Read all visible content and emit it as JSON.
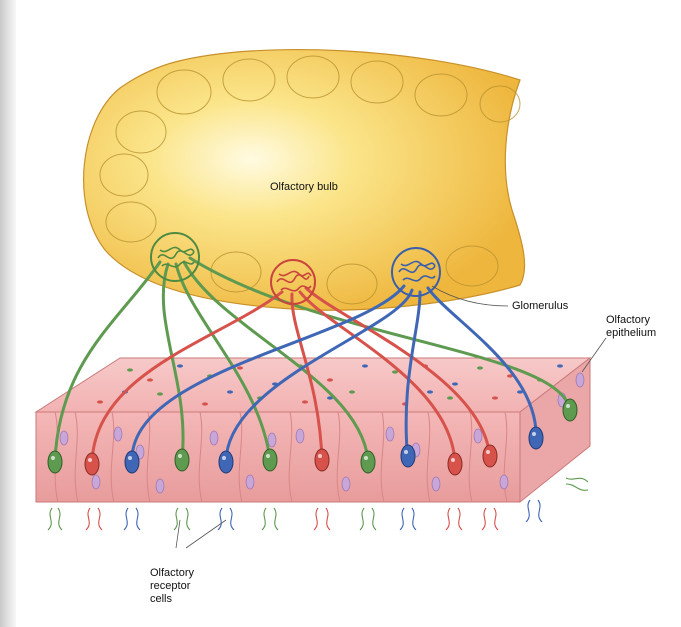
{
  "labels": {
    "bulb": "Olfactory bulb",
    "glomerulus": "Glomerulus",
    "epithelium_line1": "Olfactory",
    "epithelium_line2": "epithelium",
    "receptor_line1": "Olfactory",
    "receptor_line2": "receptor",
    "receptor_line3": "cells"
  },
  "colors": {
    "green": "#5e9a4f",
    "red": "#d6524a",
    "blue": "#3f67b5",
    "bulb_light": "#fff6c4",
    "bulb_dark": "#f2c04a",
    "tissue": "#f2b4b4",
    "tissue_dark": "#e48f8f",
    "nucleus": "#c9a6d8"
  }
}
